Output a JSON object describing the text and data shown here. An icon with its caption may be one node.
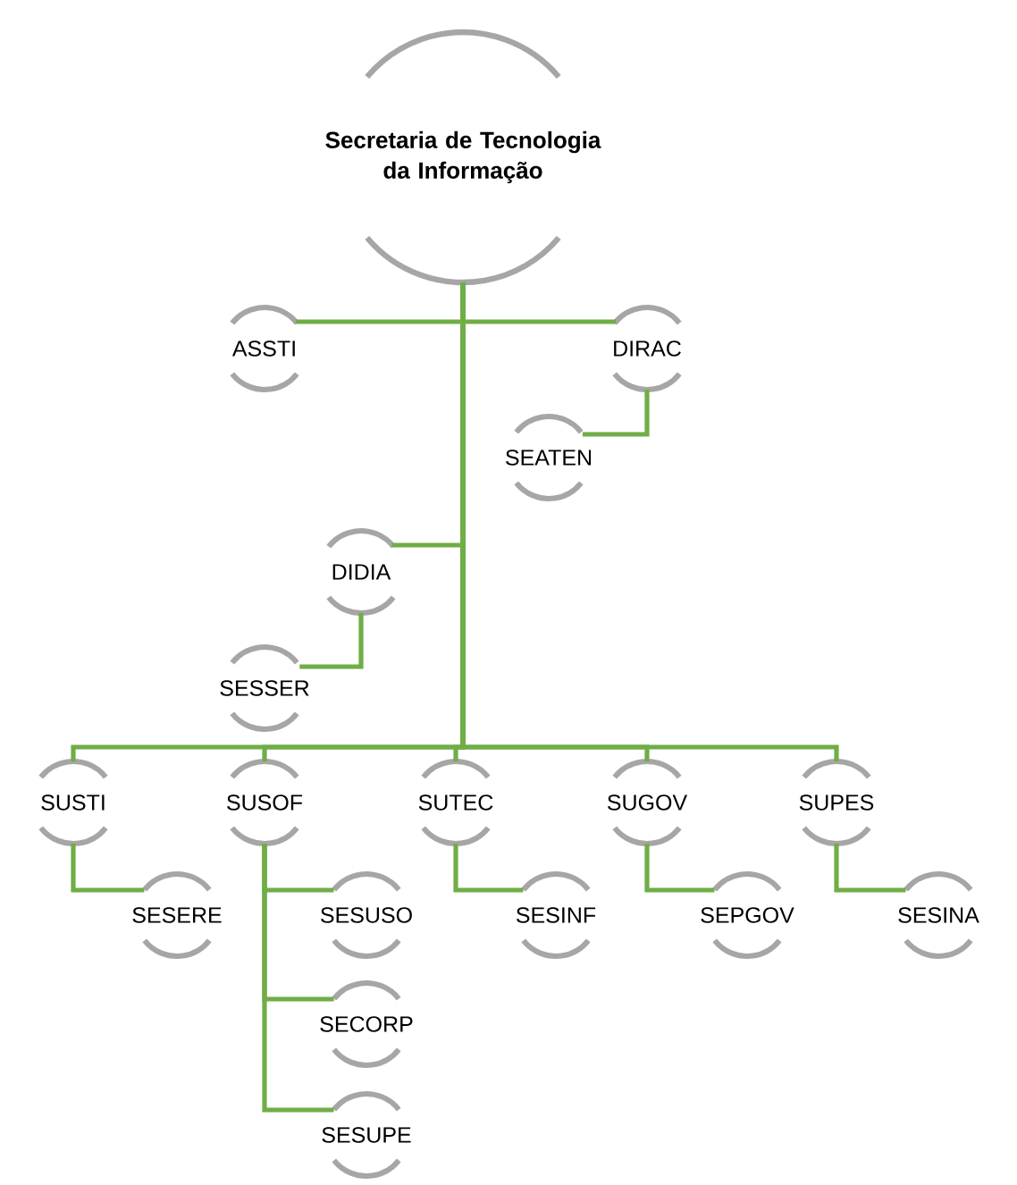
{
  "diagram": {
    "nodes": [
      {
        "text": [
          "Secretaria de Tecnologia da Informação"
        ]
      },
      {
        "text": [
          "ASSTI"
        ]
      },
      {
        "text": [
          "DIRAC"
        ]
      },
      {
        "text": [
          "SEATEN"
        ]
      },
      {
        "text": [
          "DIDIA"
        ]
      },
      {
        "text": [
          "SESSER"
        ]
      },
      {
        "text": [
          "SUSTI"
        ]
      },
      {
        "text": [
          "SUSOF"
        ]
      },
      {
        "text": [
          "SUTEC"
        ]
      },
      {
        "text": [
          "SUGOV"
        ]
      },
      {
        "text": [
          "SUPES"
        ]
      },
      {
        "text": [
          "SESERE"
        ]
      },
      {
        "text": [
          "SESUSO"
        ]
      },
      {
        "text": [
          "SECORP"
        ]
      },
      {
        "text": [
          "SESUPE"
        ]
      },
      {
        "text": [
          "SESINF"
        ]
      },
      {
        "text": [
          "SEPGOV"
        ]
      },
      {
        "text": [
          "SESINA"
        ]
      }
    ],
    "edges": [
      {
        "from": 0,
        "to": 1,
        "arrow": "none"
      },
      {
        "from": 0,
        "to": 2,
        "arrow": "none"
      },
      {
        "from": 2,
        "to": 3,
        "arrow": "none"
      },
      {
        "from": 0,
        "to": 4,
        "arrow": "none"
      },
      {
        "from": 4,
        "to": 5,
        "arrow": "none"
      },
      {
        "from": 0,
        "to": 6,
        "arrow": "none"
      },
      {
        "from": 0,
        "to": 7,
        "arrow": "none"
      },
      {
        "from": 0,
        "to": 8,
        "arrow": "none"
      },
      {
        "from": 0,
        "to": 9,
        "arrow": "none"
      },
      {
        "from": 0,
        "to": 10,
        "arrow": "none"
      },
      {
        "from": 6,
        "to": 11,
        "arrow": "none"
      },
      {
        "from": 7,
        "to": 12,
        "arrow": "none"
      },
      {
        "from": 7,
        "to": 13,
        "arrow": "none"
      },
      {
        "from": 7,
        "to": 14,
        "arrow": "none"
      },
      {
        "from": 8,
        "to": 15,
        "arrow": "none"
      },
      {
        "from": 9,
        "to": 16,
        "arrow": "none"
      },
      {
        "from": 10,
        "to": 17,
        "arrow": "none"
      }
    ]
  }
}
